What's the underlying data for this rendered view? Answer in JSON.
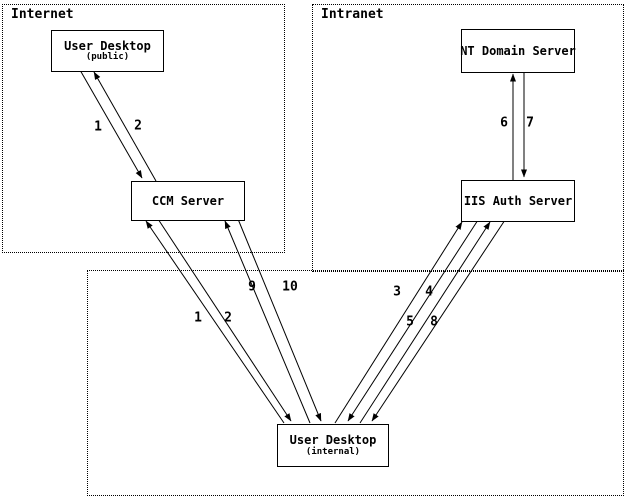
{
  "colors": {
    "background": "#ffffff",
    "line": "#000000",
    "text": "#000000"
  },
  "zones": [
    {
      "id": "internet",
      "label": "Internet"
    },
    {
      "id": "intranet",
      "label": "Intranet"
    },
    {
      "id": "internal-perimeter",
      "label": ""
    }
  ],
  "nodes": [
    {
      "id": "user-desktop-public",
      "label": "User Desktop",
      "sublabel": "(public)"
    },
    {
      "id": "nt-domain-server",
      "label": "NT Domain Server",
      "sublabel": ""
    },
    {
      "id": "ccm-server",
      "label": "CCM Server",
      "sublabel": ""
    },
    {
      "id": "iis-auth-server",
      "label": "IIS Auth Server",
      "sublabel": ""
    },
    {
      "id": "user-desktop-internal",
      "label": "User Desktop",
      "sublabel": "(internal)"
    }
  ],
  "edges": [
    {
      "label": "1",
      "from": "User Desktop (public)",
      "to": "CCM Server"
    },
    {
      "label": "2",
      "from": "CCM Server",
      "to": "User Desktop (public)"
    },
    {
      "label": "1",
      "from": "User Desktop (internal)",
      "to": "CCM Server"
    },
    {
      "label": "2",
      "from": "CCM Server",
      "to": "User Desktop (internal)"
    },
    {
      "label": "3",
      "from": "User Desktop (internal)",
      "to": "IIS Auth Server"
    },
    {
      "label": "4",
      "from": "IIS Auth Server",
      "to": "User Desktop (internal)"
    },
    {
      "label": "5",
      "from": "User Desktop (internal)",
      "to": "IIS Auth Server"
    },
    {
      "label": "6",
      "from": "IIS Auth Server",
      "to": "NT Domain Server"
    },
    {
      "label": "7",
      "from": "NT Domain Server",
      "to": "IIS Auth Server"
    },
    {
      "label": "8",
      "from": "IIS Auth Server",
      "to": "User Desktop (internal)"
    },
    {
      "label": "9",
      "from": "User Desktop (internal)",
      "to": "CCM Server"
    },
    {
      "label": "10",
      "from": "CCM Server",
      "to": "User Desktop (internal)"
    }
  ]
}
